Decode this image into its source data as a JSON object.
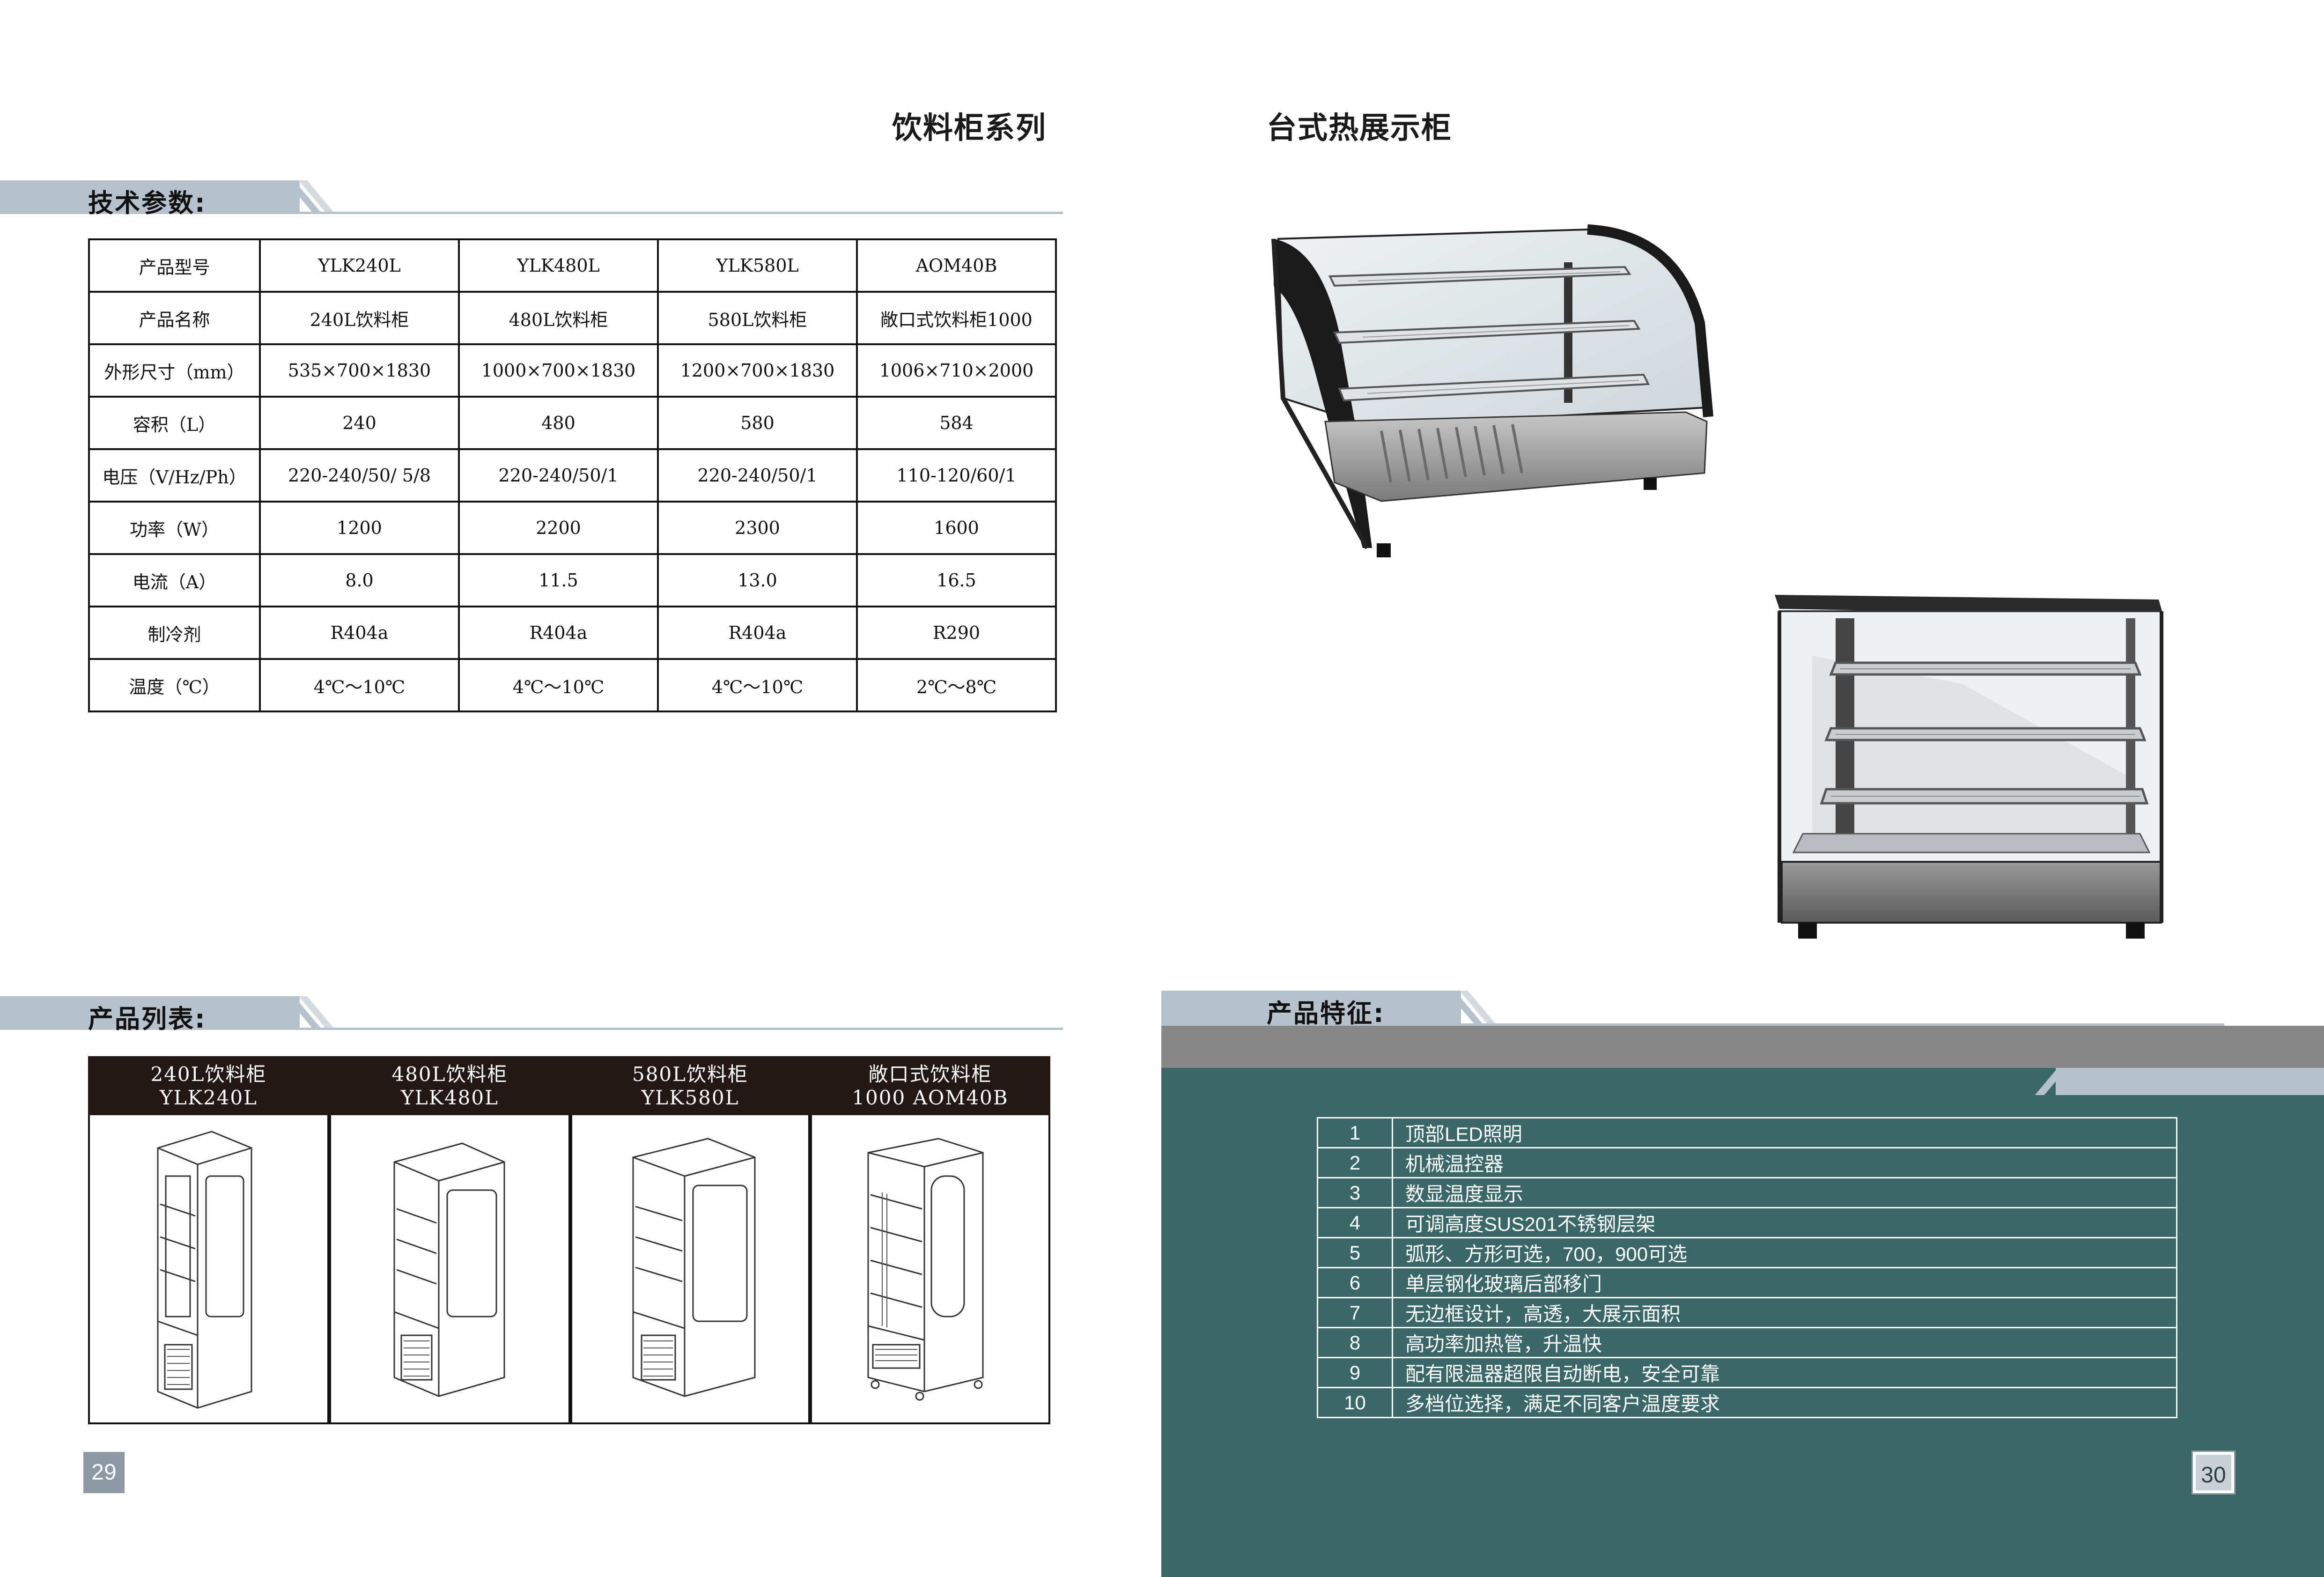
{
  "left_page": {
    "series_title": "饮料柜系列",
    "tech_section_label": "技术参数:",
    "spec_table": {
      "rows": [
        [
          "产品型号",
          "YLK240L",
          "YLK480L",
          "YLK580L",
          "AOM40B"
        ],
        [
          "产品名称",
          "240L饮料柜",
          "480L饮料柜",
          "580L饮料柜",
          "敞口式饮料柜1000"
        ],
        [
          "外形尺寸（mm）",
          "535×700×1830",
          "1000×700×1830",
          "1200×700×1830",
          "1006×710×2000"
        ],
        [
          "容积（L）",
          "240",
          "480",
          "580",
          "584"
        ],
        [
          "电压（V/Hz/Ph）",
          "220-240/50/ 5/8",
          "220-240/50/1",
          "220-240/50/1",
          "110-120/60/1"
        ],
        [
          "功率（W）",
          "1200",
          "2200",
          "2300",
          "1600"
        ],
        [
          "电流（A）",
          "8.0",
          "11.5",
          "13.0",
          "16.5"
        ],
        [
          "制冷剂",
          "R404a",
          "R404a",
          "R404a",
          "R290"
        ],
        [
          "温度（℃）",
          "4℃～10℃",
          "4℃～10℃",
          "4℃～10℃",
          "2℃～8℃"
        ]
      ]
    },
    "product_section_label": "产品列表:",
    "products": [
      {
        "name": "240L饮料柜",
        "model": "YLK240L"
      },
      {
        "name": "480L饮料柜",
        "model": "YLK480L"
      },
      {
        "name": "580L饮料柜",
        "model": "YLK580L"
      },
      {
        "name": "敞口式饮料柜",
        "model": "1000 AOM40B"
      }
    ],
    "page_number": "29"
  },
  "right_page": {
    "series_title": "台式热展示柜",
    "feature_section_label": "产品特征:",
    "features": [
      {
        "num": "1",
        "text": "顶部LED照明"
      },
      {
        "num": "2",
        "text": "机械温控器"
      },
      {
        "num": "3",
        "text": "数显温度显示"
      },
      {
        "num": "4",
        "text": "可调高度SUS201不锈钢层架"
      },
      {
        "num": "5",
        "text": "弧形、方形可选，700，900可选"
      },
      {
        "num": "6",
        "text": "单层钢化玻璃后部移门"
      },
      {
        "num": "7",
        "text": "无边框设计，高透，大展示面积"
      },
      {
        "num": "8",
        "text": "高功率加热管，升温快"
      },
      {
        "num": "9",
        "text": "配有限温器超限自动断电，安全可靠"
      },
      {
        "num": "10",
        "text": "多档位选择，满足不同客户温度要求"
      }
    ],
    "page_number": "30"
  },
  "colors": {
    "section_bar": "#b5c1cb",
    "teal_panel": "#3a6767",
    "grey_band": "#878787",
    "product_header": "#231815"
  }
}
